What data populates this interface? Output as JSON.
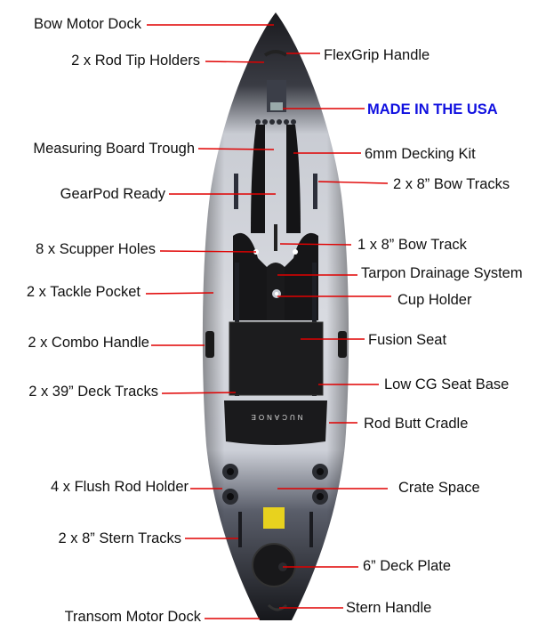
{
  "title": "Kayak features diagram",
  "brand_mark": "NUCANOE",
  "accent_color": "#e00000",
  "usa_color": "#1010e0",
  "labels_left": {
    "bow_motor_dock": "Bow Motor Dock",
    "rod_tip_holders": "2 x Rod Tip Holders",
    "measuring_board_trough": "Measuring Board Trough",
    "gearpod_ready": "GearPod Ready",
    "scupper_holes": "8 x Scupper Holes",
    "tackle_pocket": "2 x Tackle Pocket",
    "combo_handle": "2 x Combo Handle",
    "deck_tracks": "2 x 39” Deck Tracks",
    "flush_rod_holder": "4 x Flush Rod Holder",
    "stern_tracks": "2 x 8” Stern Tracks",
    "transom_motor_dock": "Transom Motor Dock"
  },
  "labels_right": {
    "flexgrip_handle": "FlexGrip Handle",
    "made_in_usa": "MADE IN THE USA",
    "decking_kit": "6mm Decking Kit",
    "bow_tracks": "2 x 8” Bow Tracks",
    "bow_track": "1 x 8” Bow Track",
    "tarpon_drainage": "Tarpon Drainage System",
    "cup_holder": "Cup Holder",
    "fusion_seat": "Fusion Seat",
    "low_cg_seat_base": "Low CG Seat Base",
    "rod_butt_cradle": "Rod Butt Cradle",
    "crate_space": "Crate Space",
    "deck_plate": "6” Deck Plate",
    "stern_handle": "Stern Handle"
  }
}
